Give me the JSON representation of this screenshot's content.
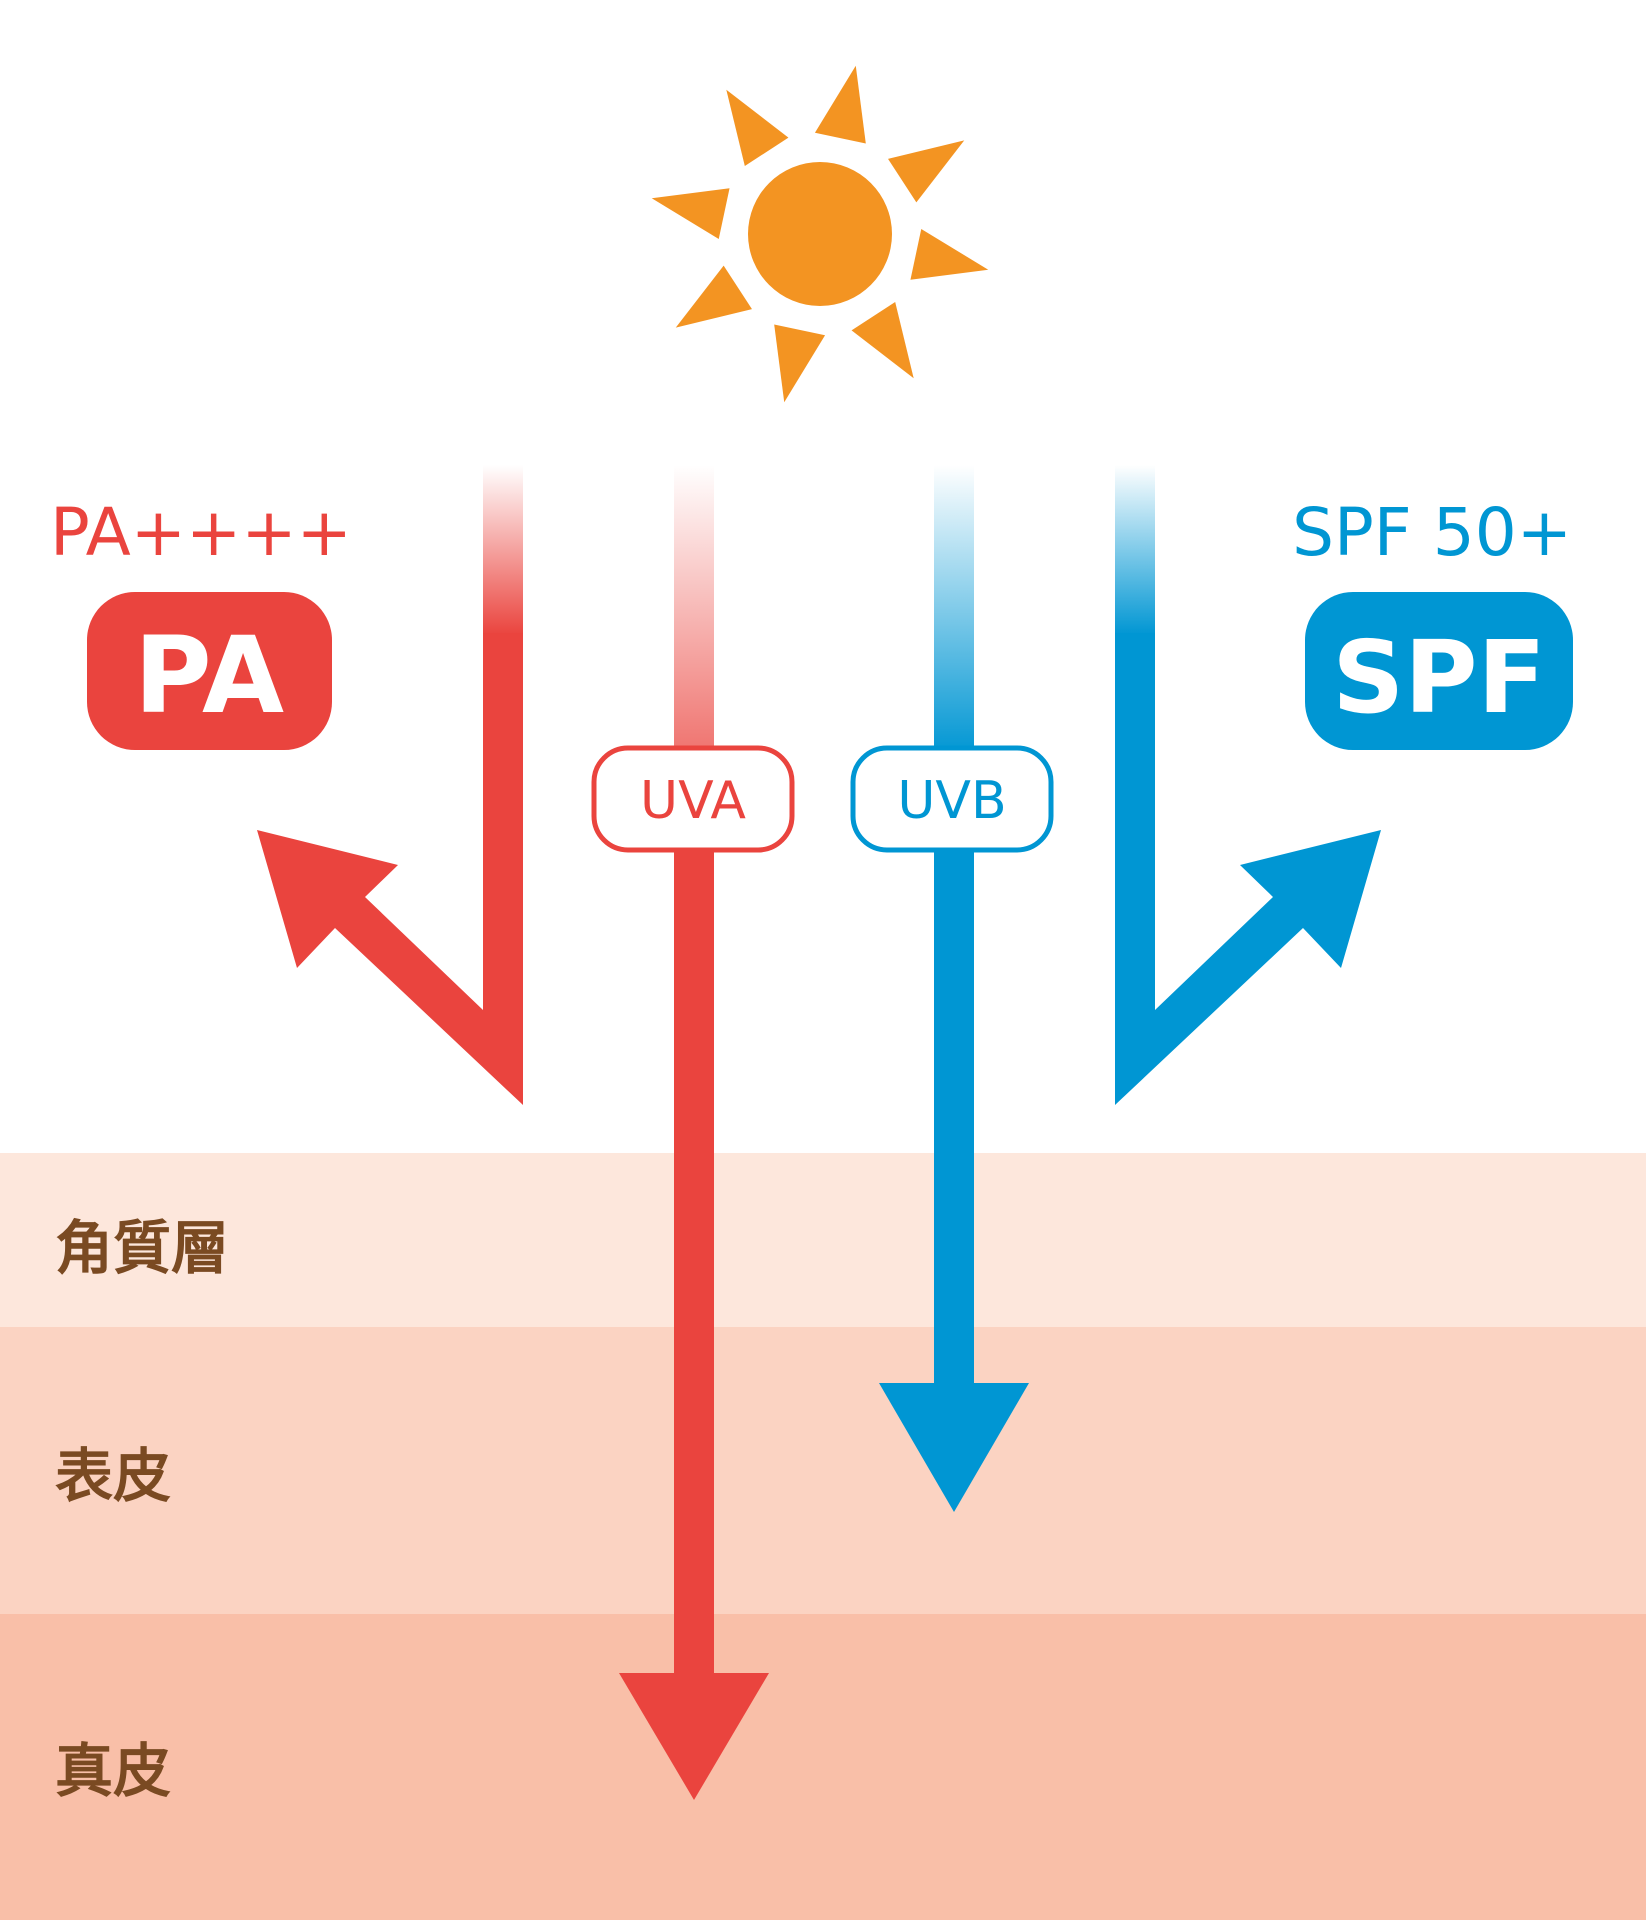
{
  "colors": {
    "uva": "#ea443e",
    "uvb": "#0096d3",
    "sun": "#f39422",
    "stratum_corneum": "#fde7dc",
    "epidermis": "#fbd3c2",
    "dermis": "#f9bfa8",
    "layer_text": "#7a4a22"
  },
  "pa_section": {
    "rating": "PA++++",
    "badge": "PA"
  },
  "spf_section": {
    "rating": "SPF 50+",
    "badge": "SPF"
  },
  "rays": {
    "uva_label": "UVA",
    "uvb_label": "UVB"
  },
  "skin_layers": [
    {
      "label": "角質層"
    },
    {
      "label": "表皮"
    },
    {
      "label": "真皮"
    }
  ],
  "icons": {
    "sun": "sun-icon"
  }
}
